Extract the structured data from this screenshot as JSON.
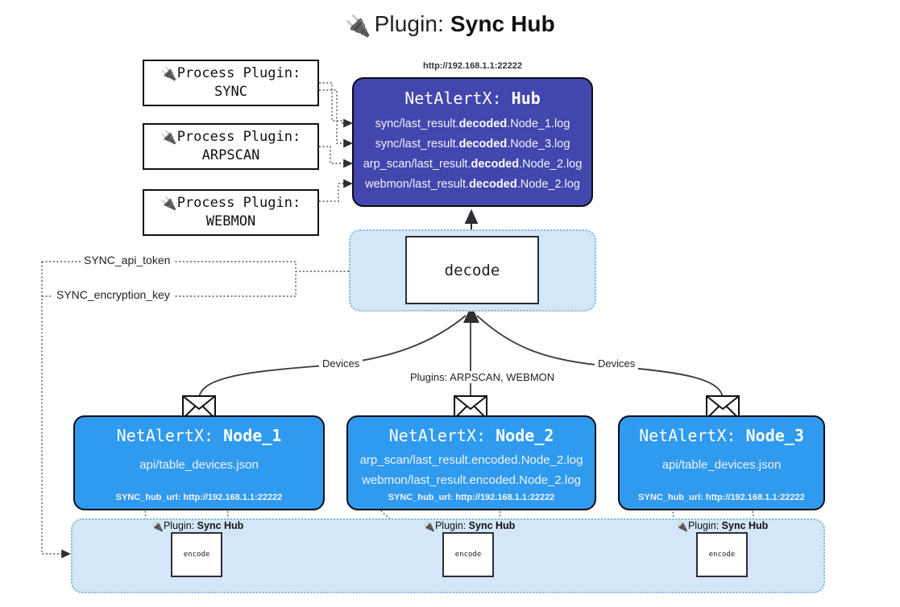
{
  "title": {
    "icon": "electric-plug-icon",
    "glyph": "🔌",
    "lead": "Plugin:",
    "name": "Sync Hub"
  },
  "process_plugins": [
    {
      "line1_prefix": "Process Plugin:",
      "name": "SYNC",
      "glyph": "🔌"
    },
    {
      "line1_prefix": "Process Plugin:",
      "name": "ARPSCAN",
      "glyph": "🔌"
    },
    {
      "line1_prefix": "Process Plugin:",
      "name": "WEBMON",
      "glyph": "🔌"
    }
  ],
  "hub": {
    "url": "http://192.168.1.1:22222",
    "header_prefix": "NetAlertX:",
    "header_name": "Hub",
    "rows": [
      {
        "pre": "sync/last_result.",
        "em": "decoded",
        "post": ".Node_1.log"
      },
      {
        "pre": "sync/last_result.",
        "em": "decoded",
        "post": ".Node_3.log"
      },
      {
        "pre": "arp_scan/last_result.",
        "em": "decoded",
        "post": ".Node_2.log"
      },
      {
        "pre": "webmon/last_result.",
        "em": "decoded",
        "post": ".Node_2.log"
      }
    ]
  },
  "decode": {
    "label": "decode"
  },
  "secrets": [
    {
      "label": "SYNC_api_token"
    },
    {
      "label": "SYNC_encryption_key"
    }
  ],
  "edge_labels": {
    "devices_left": "Devices",
    "devices_right": "Devices",
    "plugins_middle": "Plugins: ARPSCAN, WEBMON"
  },
  "nodes": [
    {
      "header_prefix": "NetAlertX:",
      "header_name": "Node_1",
      "lines": [
        "api/table_devices.json"
      ],
      "hub_url": "SYNC_hub_url: http://192.168.1.1:22222"
    },
    {
      "header_prefix": "NetAlertX:",
      "header_name": "Node_2",
      "lines": [
        "arp_scan/last_result.encoded.Node_2.log",
        "webmon/last_result.encoded.Node_2.log"
      ],
      "hub_url": "SYNC_hub_url: http://192.168.1.1:22222"
    },
    {
      "header_prefix": "NetAlertX:",
      "header_name": "Node_3",
      "lines": [
        "api/table_devices.json"
      ],
      "hub_url": "SYNC_hub_url: http://192.168.1.1:22222"
    }
  ],
  "encoders": [
    {
      "plugin_prefix": "Plugin:",
      "plugin_name": "Sync Hub",
      "glyph": "🔌",
      "label": "encode"
    },
    {
      "plugin_prefix": "Plugin:",
      "plugin_name": "Sync Hub",
      "glyph": "🔌",
      "label": "encode"
    },
    {
      "plugin_prefix": "Plugin:",
      "plugin_name": "Sync Hub",
      "glyph": "🔌",
      "label": "encode"
    }
  ],
  "colors": {
    "hub_fill": "#4147ad",
    "node_fill": "#2f9aee",
    "container_fill": "#d3e7f8",
    "container_border": "#8fb6d6",
    "stroke": "#2e2e33",
    "background": "#ffffff"
  }
}
